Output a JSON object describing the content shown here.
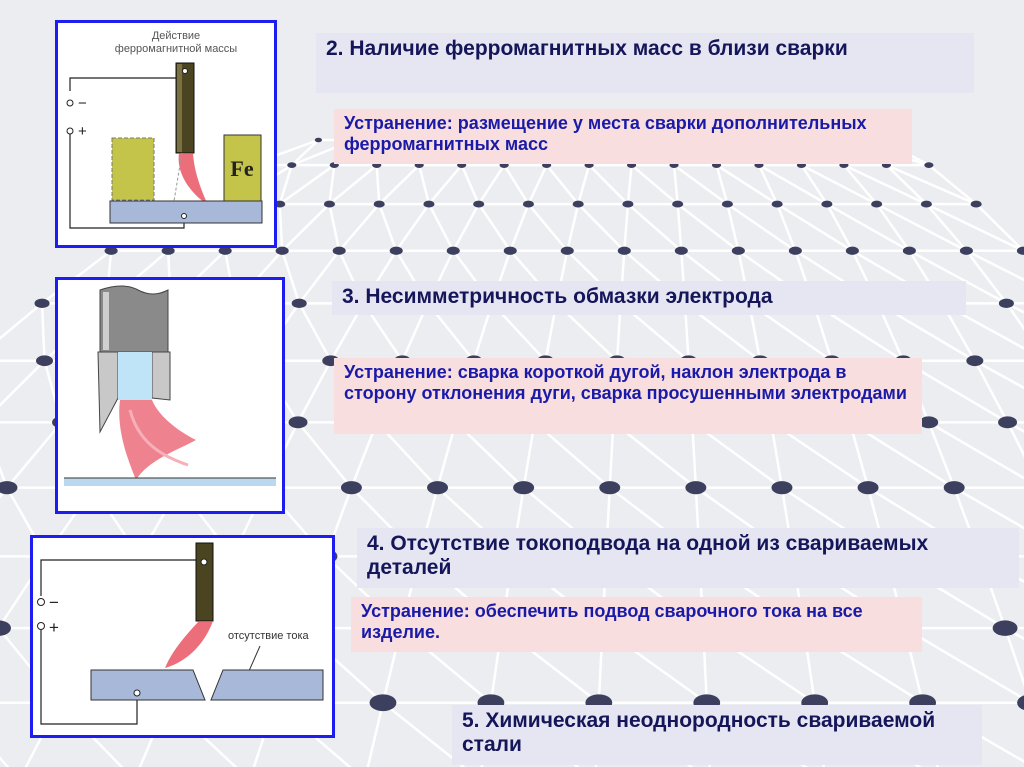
{
  "figures": {
    "fig1": {
      "caption_line1": "Действие",
      "caption_line2": "ферромагнитной массы",
      "minus": "−",
      "plus": "+",
      "fe_label": "Fe"
    },
    "fig3": {
      "minus": "−",
      "plus": "+",
      "no_current_label": "отсутствие тока"
    }
  },
  "sections": [
    {
      "heading": "2. Наличие ферромагнитных масс в близи сварки",
      "remedy": "Устранение: размещение у места сварки дополнительных ферромагнитных масс"
    },
    {
      "heading": "3. Несимметричность обмазки электрода",
      "remedy": "Устранение: сварка короткой дугой, наклон электрода в сторону отклонения дуги, сварка просушенными электродами"
    },
    {
      "heading": "4. Отсутствие токоподвода на одной из свариваемых деталей",
      "remedy": "Устранение: обеспечить подвод сварочного тока на все изделие."
    },
    {
      "heading": "5. Химическая неоднородность свариваемой стали"
    }
  ],
  "colors": {
    "frame_border": "#1d1df0",
    "heading_text": "#15155a",
    "remedy_text": "#1a1aa8",
    "remedy_bg": "#f8dede",
    "heading_bg": "#e6e6f2",
    "grid_node": "#3d3f5e"
  }
}
